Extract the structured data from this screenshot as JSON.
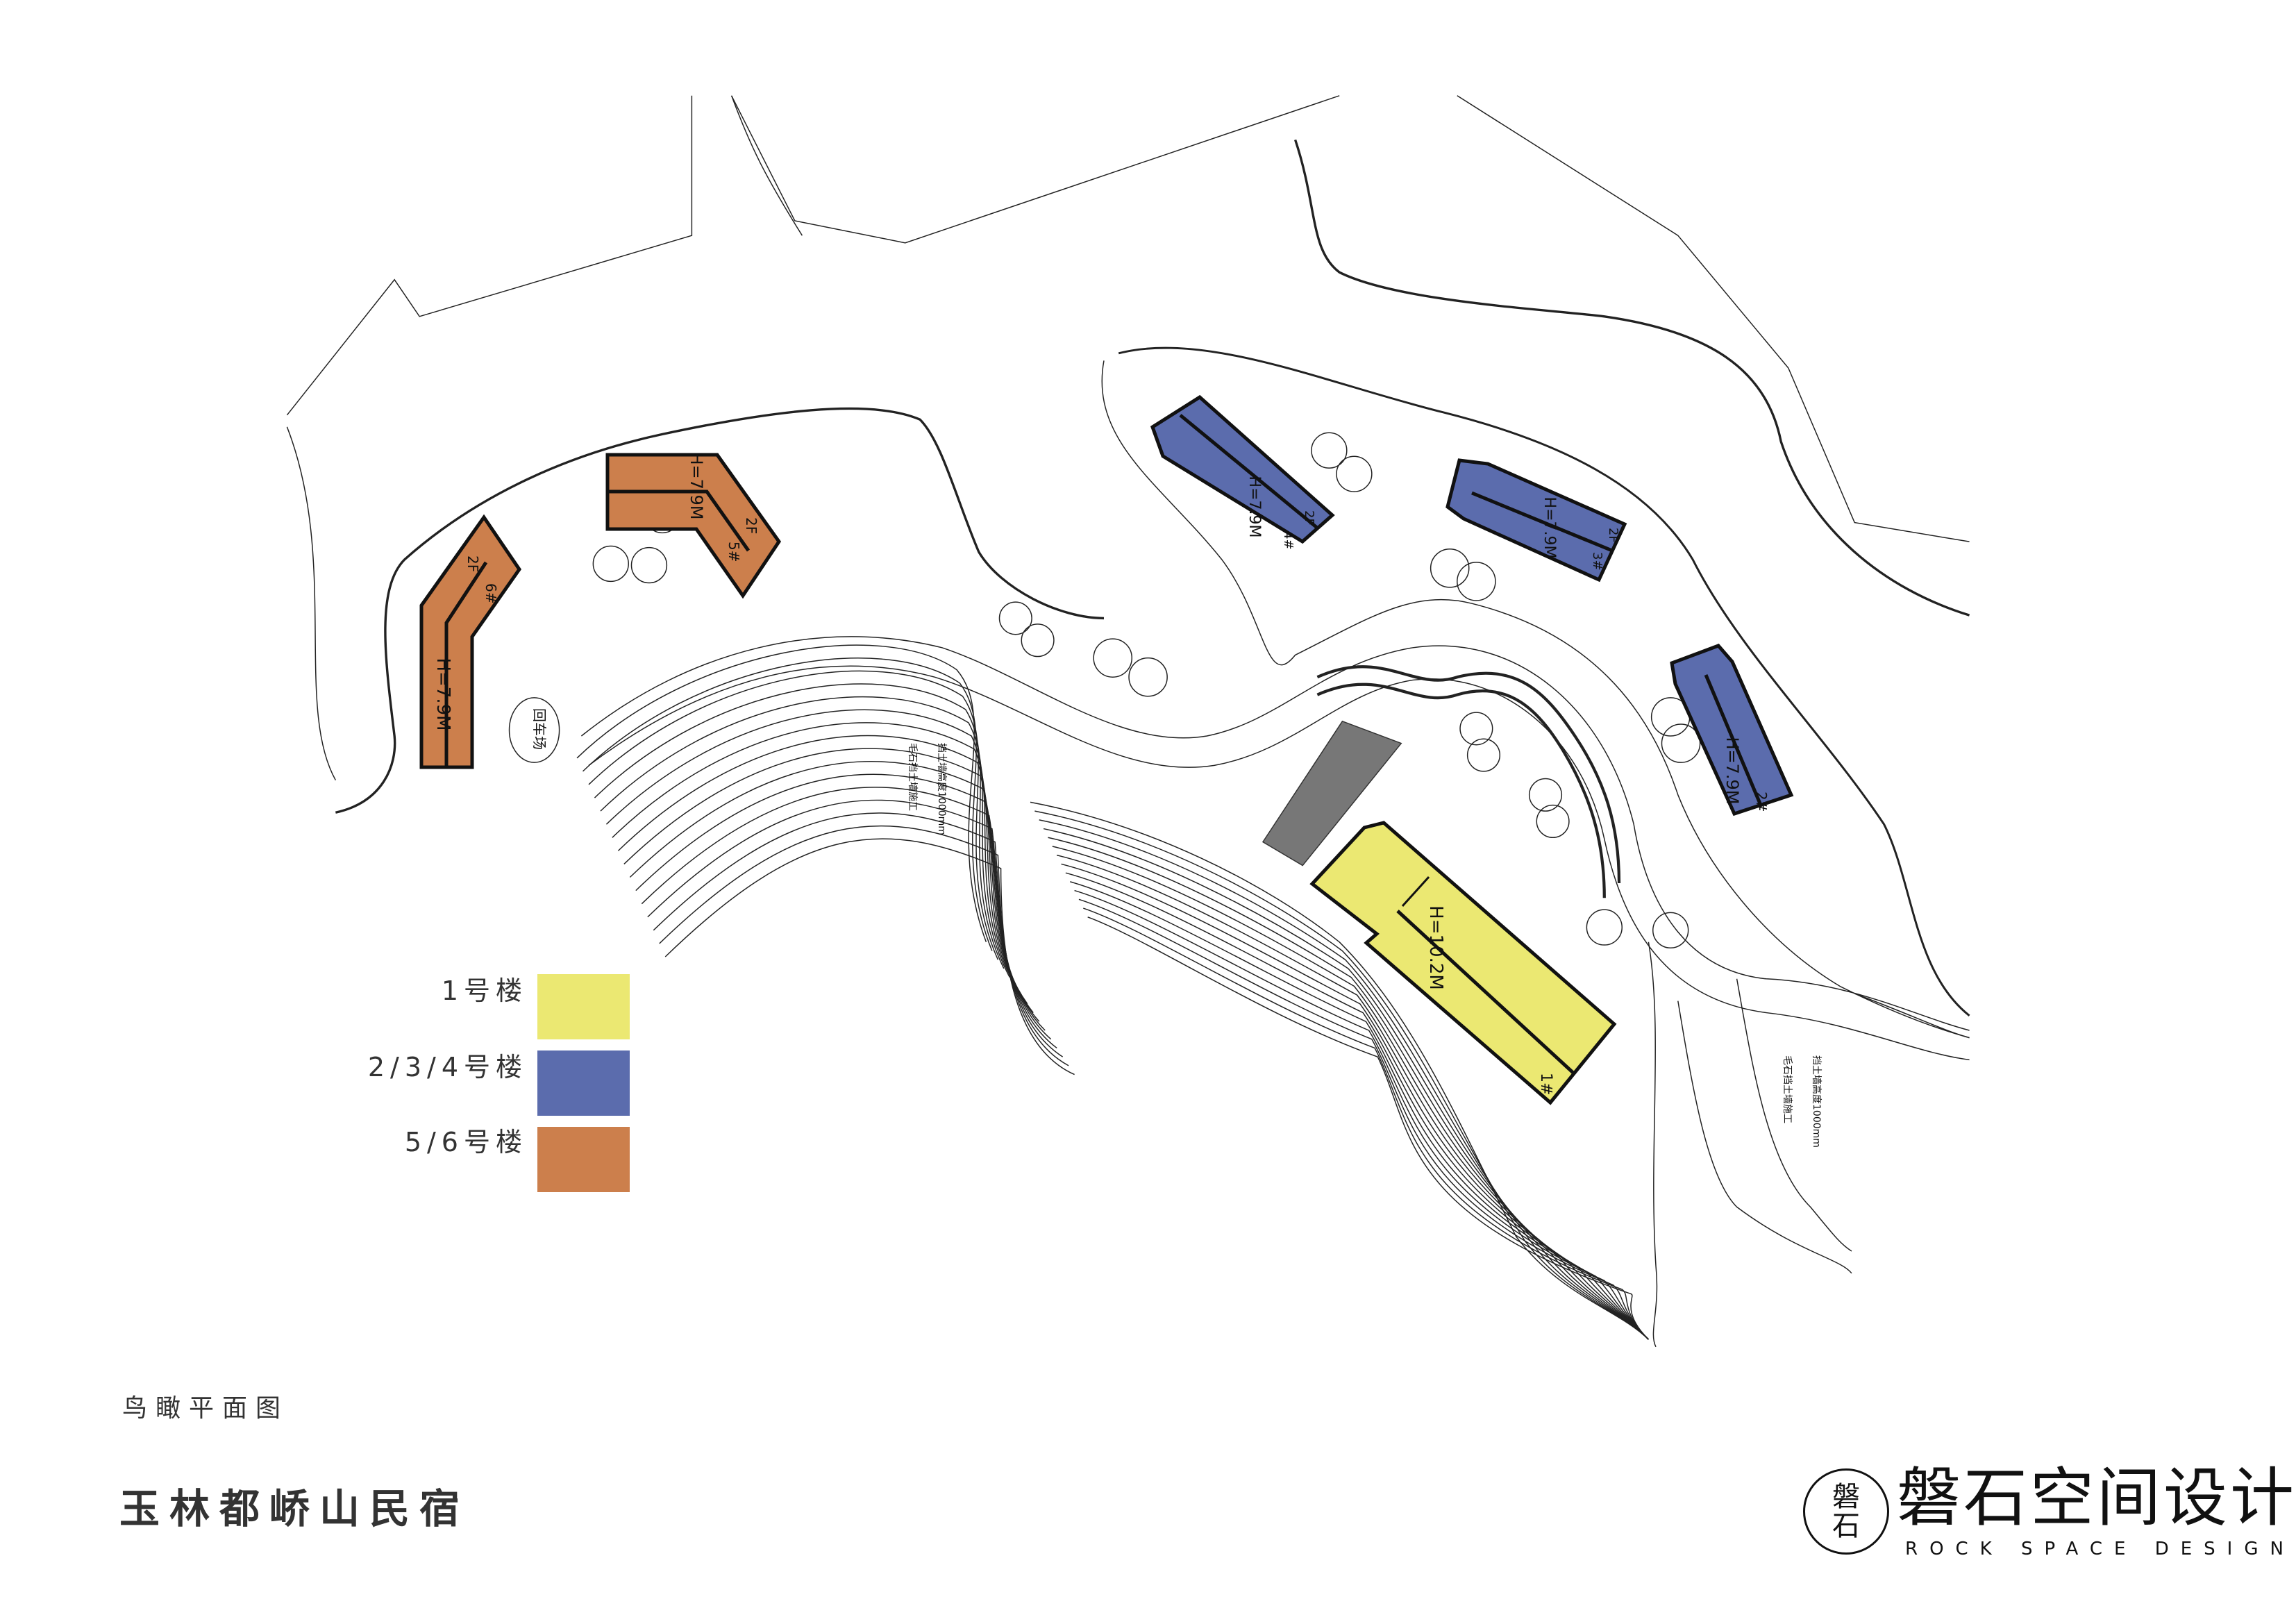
{
  "legend": [
    {
      "label": "1号楼",
      "color": "#ebe872"
    },
    {
      "label": "2/3/4号楼",
      "color": "#5b6cad"
    },
    {
      "label": "5/6号楼",
      "color": "#cc7f4c"
    }
  ],
  "buildings": {
    "b1": {
      "height": "H=10.2M",
      "id": "1#"
    },
    "b2": {
      "height": "H=7.9M",
      "id": "2#"
    },
    "b3": {
      "height": "H=7.9M",
      "floors": "2F",
      "id": "3#"
    },
    "b4": {
      "height": "H=7.9M",
      "floors": "2F",
      "id": "4#"
    },
    "b5": {
      "height": "H=7.9M",
      "floors": "2F",
      "id": "5#"
    },
    "b6": {
      "height": "H=7.9M",
      "floors": "2F",
      "id": "6#"
    }
  },
  "annotations": {
    "parking": "回车场",
    "wall_note_1": "挡土墙高度1000mm",
    "wall_note_2": "毛石挡土墙施工"
  },
  "subtitle": "鸟瞰平面图",
  "title": "玉林都峤山民宿",
  "logo": {
    "mark": "磐石",
    "name_cn": "磐石空间设计",
    "name_en": "ROCK SPACE DESIGN"
  }
}
